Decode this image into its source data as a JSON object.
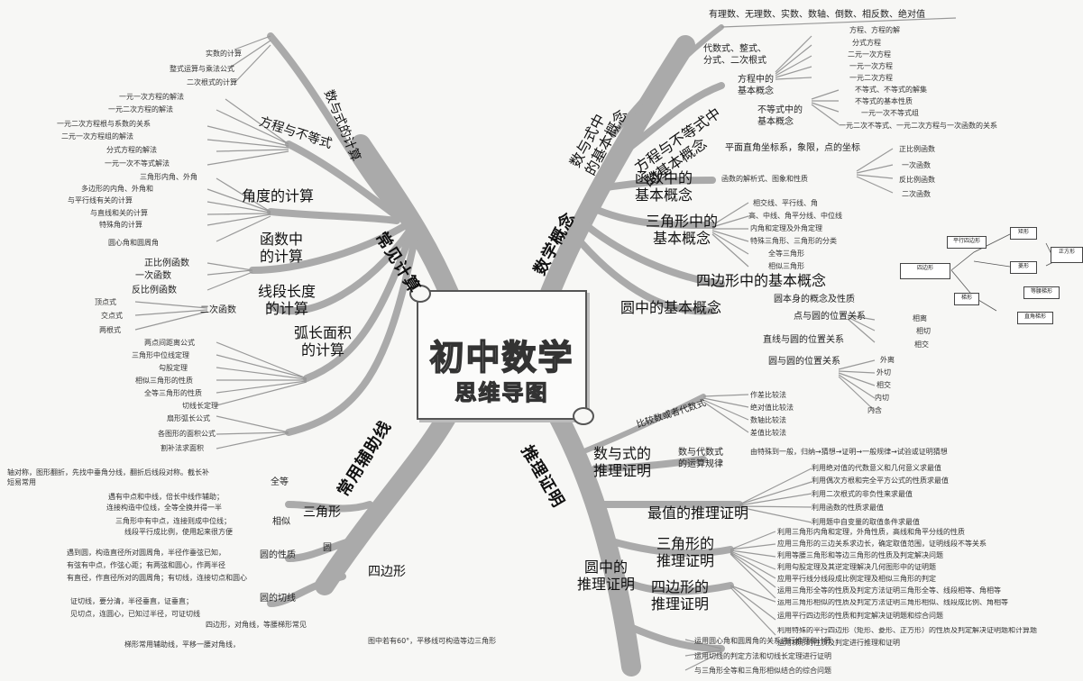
{
  "center": {
    "title": "初中数学",
    "subtitle": "思维导图"
  },
  "main_branches": {
    "calc": "常见计算",
    "concepts": "数学概念",
    "aux": "常用辅助线",
    "proof": "推理证明"
  },
  "calc": {
    "number_expr": "数与式的计算",
    "number_expr_items": [
      "实数的计算",
      "整式运算与乘法公式",
      "二次根式的计算"
    ],
    "eq_ineq": "方程与不等式",
    "eq_items": [
      "一元一次方程的解法",
      "一元二次方程的解法",
      "一元二次方程根与系数的关系",
      "二元一次方程组的解法",
      "分式方程的解法",
      "一元一次不等式解法"
    ],
    "angle": "角度的计算",
    "angle_items": [
      "三角形内角、外角",
      "多边形的内角、外角和",
      "与平行线有关的计算",
      "与直线和关的计算",
      "特殊角的计算",
      "圆心角和圆周角"
    ],
    "func": "函数中\n的计算",
    "func_items": [
      "正比例函数",
      "一次函数",
      "反比例函数"
    ],
    "quad_func": "二次函数",
    "quad_items": [
      "顶点式",
      "交点式",
      "两根式"
    ],
    "segment": "线段长度\n的计算",
    "segment_items": [
      "两点间距离公式",
      "三角形中位线定理",
      "勾股定理",
      "相似三角形的性质",
      "全等三角形的性质",
      "切线长定理"
    ],
    "arc": "弧长面积\n的计算",
    "arc_items": [
      "扇形弧长公式",
      "各图形的面积公式",
      "割补法求面积"
    ]
  },
  "concepts": {
    "num_expr": "数与式中\n的基本概念",
    "num_expr_items": [
      "有理数、无理数、实数、数轴、倒数、相反数、绝对值",
      "代数式、整式、\n分式、二次根式"
    ],
    "eq": "方程与不等式中\n的基本概念",
    "eq_sub1": "方程中的\n基本概念",
    "eq_sub1_items": [
      "方程、方程的解",
      "分式方程",
      "二元一次方程",
      "一元一次方程",
      "一元二次方程"
    ],
    "eq_sub2": "不等式中的\n基本概念",
    "eq_sub2_items": [
      "不等式、不等式的解集",
      "不等式的基本性质",
      "一元一次不等式组",
      "一元二次不等式、一元二次方程与一次函数的关系"
    ],
    "func": "函数中的\n基本概念",
    "func_items": [
      "平面直角坐标系，象限，点的坐标",
      "函数的解析式、图象和性质"
    ],
    "func_types": [
      "正比例函数",
      "一次函数",
      "反比例函数",
      "二次函数"
    ],
    "tri": "三角形中的\n基本概念",
    "tri_items": [
      "相交线、平行线、角",
      "高、中线、角平分线、中位线",
      "内角和定理及外角定理",
      "特殊三角形、三角形的分类",
      "全等三角形",
      "相似三角形"
    ],
    "quad": "四边形中的基本概念",
    "quad_boxes": [
      "四边形",
      "平行四边形",
      "矩形",
      "菱形",
      "正方形",
      "梯形",
      "等腰梯形",
      "直角梯形"
    ],
    "circle": "圆中的基本概念",
    "circle_items": [
      "圆本身的概念及性质",
      "点与圆的位置关系",
      "直线与圆的位置关系",
      "圆与圆的位置关系"
    ],
    "line_circle": [
      "相离",
      "相切",
      "相交"
    ],
    "circle_circle": [
      "外离",
      "外切",
      "相交",
      "内切",
      "内含"
    ]
  },
  "aux": {
    "triangle": "三角形",
    "congruent": "全等",
    "congruent_text": "轴对称，图形翻折，先找中垂角分线，翻折后线段对称。截长补短易常用",
    "similar": "相似",
    "similar_text": [
      "遇有中点和中线，倍长中线作辅助；",
      "连接构造中位线，全等全换并得一半",
      "三角形中有中点，连接则成中位线；",
      "线段平行成比例，使用起来很方便"
    ],
    "circle": "圆",
    "circle_prop": "圆的性质",
    "circle_prop_text": [
      "遇到圆，构造直径所对圆周角，半径作垂弦已知，",
      "有弦有中点，作弦心距；有两弦和圆心，作两半径",
      "有直径，作直径所对的圆周角；有切线，连接切点和圆心"
    ],
    "tangent": "圆的切线",
    "tangent_text": [
      "证切线，要分清，半径垂直，证垂直；",
      "见切点，连圆心，已知过半径，可证切线"
    ],
    "quad": "四边形",
    "quad_text": [
      "四边形，对角线，等腰梯形常见",
      "梯形常用辅助线，平移一腰对角线，",
      "图中若有60°，平移线可构造等边三角形"
    ]
  },
  "proof": {
    "num_expr": "数与式的\n推理证明",
    "num_expr_items": [
      "比较数或者代数式",
      "数与代数式\n的运算规律"
    ],
    "compare_items": [
      "作差比较法",
      "绝对值比较法",
      "数轴比较法",
      "差值比较法"
    ],
    "pattern_text": "由特殊到一般，归纳→猜想→证明→一般规律→试验或证明猜想",
    "max": "最值的推理证明",
    "max_items": [
      "利用绝对值的代数意义和几何意义求最值",
      "利用偶次方根和完全平方公式的性质求最值",
      "利用二次根式的非负性来求最值",
      "利用函数的性质求最值",
      "利用题中自变量的取值条件求最值"
    ],
    "tri": "三角形的\n推理证明",
    "tri_items": [
      "利用三角形内角和定理，外角性质，高线和角平分线的性质",
      "应用三角形的三边关系求边长，确定取值范围，证明线段不等关系",
      "利用等腰三角形和等边三角形的性质及判定解决问题",
      "利用勾股定理及其逆定理解决几何图形中的证明题",
      "应用平行线分线段成比例定理及相似三角形的判定",
      "运用三角形全等的性质及判定方法证明三角形全等、线段相等、角相等",
      "运用三角形相似的性质及判定方法证明三角形相似、线段成比例、角相等"
    ],
    "quad": "四边形的\n推理证明",
    "quad_items": [
      "运用平行四边形的性质和判定解决证明题和综合问题",
      "利用特殊的平行四边形（矩形、菱形、正方形）的性质及判定解决证明题和计算题",
      "运用梯形的性质及判定进行推理和证明"
    ],
    "circle": "圆中的\n推理证明",
    "circle_items": [
      "运用圆心角和圆周角的关系进行推理和计算",
      "运用切线的判定方法和切线长定理进行证明",
      "与三角形全等和三角形相似结合的综合问题"
    ]
  }
}
